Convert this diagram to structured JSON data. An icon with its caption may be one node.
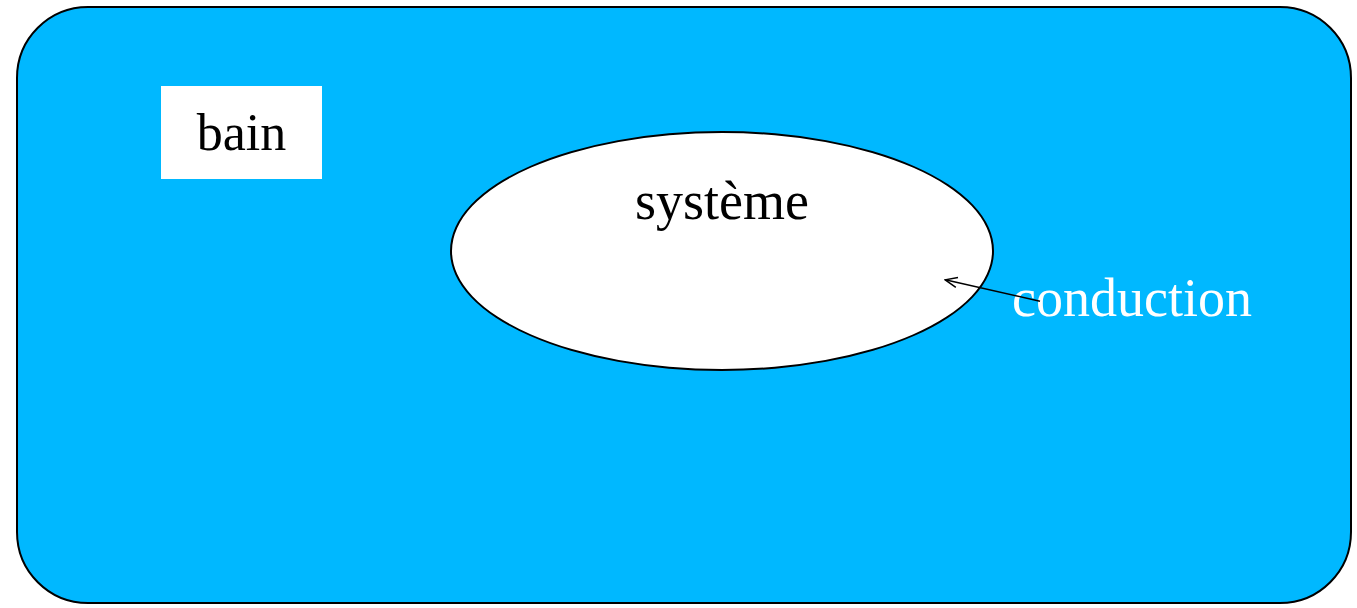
{
  "diagram": {
    "nodes": [
      {
        "text": [
          "bain"
        ]
      },
      {
        "text": [
          "système"
        ],
        "in": 0
      },
      {
        "text": [
          "conduction"
        ],
        "in": 0
      }
    ],
    "edges": [
      {
        "from": 2,
        "to": 1,
        "arrow": "to"
      }
    ]
  }
}
